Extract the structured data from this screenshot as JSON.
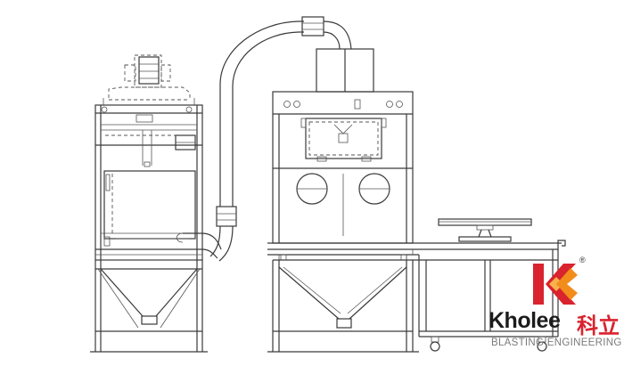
{
  "brand": {
    "name": "Kholee",
    "name_cn": "科立",
    "tagline": "BLASTING ENGINEERING",
    "registered_mark": "®",
    "colors": {
      "red": "#d9232e",
      "orange": "#f28c1b",
      "dark": "#1c1c1c",
      "gray": "#7b7b7b"
    }
  },
  "drawing": {
    "line_color": "#3a3a3a",
    "background": "#ffffff"
  }
}
